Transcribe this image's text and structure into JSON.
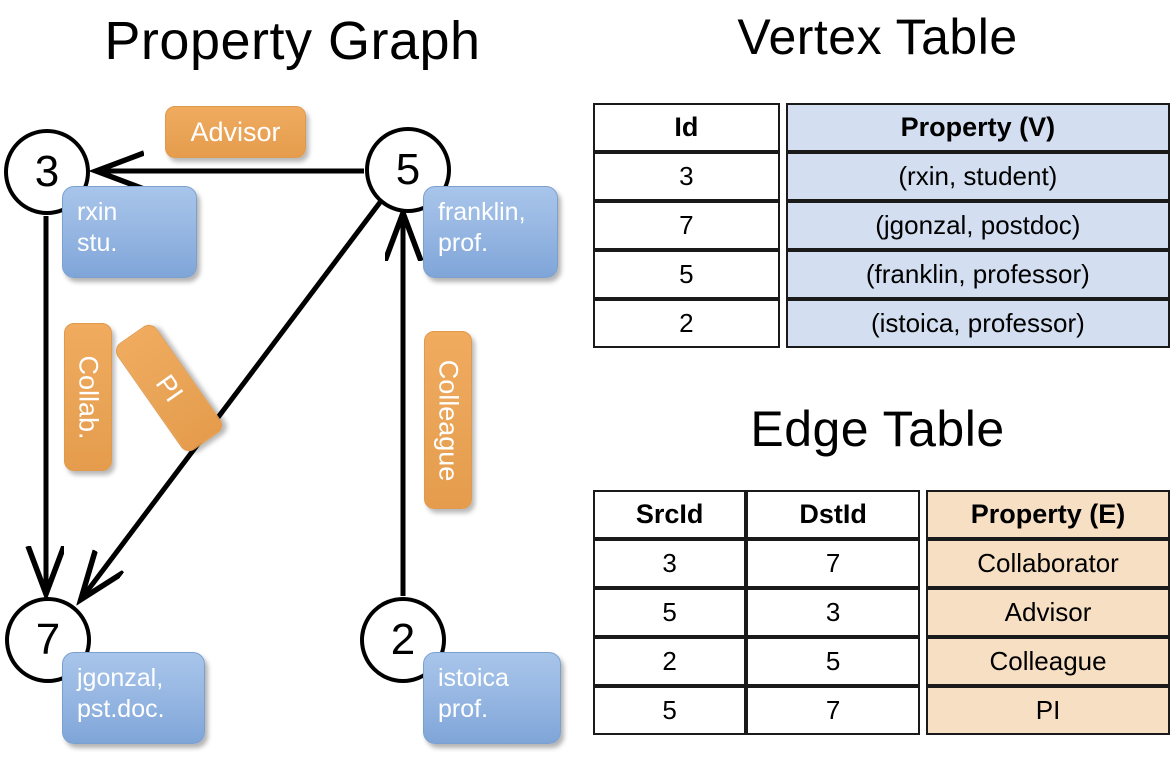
{
  "titles": {
    "graph": "Property Graph",
    "vertex_table": "Vertex Table",
    "edge_table": "Edge Table"
  },
  "graph": {
    "nodes": [
      {
        "id": "3",
        "property": "rxin\nstu."
      },
      {
        "id": "5",
        "property": "franklin,\nprof."
      },
      {
        "id": "7",
        "property": "jgonzal,\npst.doc."
      },
      {
        "id": "2",
        "property": "istoica\nprof."
      }
    ],
    "node_labels": {
      "n3": "3",
      "n5": "5",
      "n7": "7",
      "n2": "2"
    },
    "property_boxes": {
      "rxin_line1": "rxin",
      "rxin_line2": "stu.",
      "franklin_line1": "franklin,",
      "franklin_line2": "prof.",
      "jgonzal_line1": "jgonzal,",
      "jgonzal_line2": "pst.doc.",
      "istoica_line1": "istoica",
      "istoica_line2": "prof."
    },
    "edge_labels": {
      "advisor": "Advisor",
      "collab": "Collab.",
      "pi": "PI",
      "colleague": "Colleague"
    },
    "edges": [
      {
        "src": "5",
        "dst": "3",
        "label": "Advisor"
      },
      {
        "src": "3",
        "dst": "7",
        "label": "Collab."
      },
      {
        "src": "5",
        "dst": "7",
        "label": "PI"
      },
      {
        "src": "2",
        "dst": "5",
        "label": "Colleague"
      }
    ],
    "colors": {
      "vertex_property_fill": "#98b8e3",
      "edge_property_fill": "#eaa558",
      "node_stroke": "#000000",
      "label_text": "#ffffff"
    }
  },
  "vertex_table": {
    "headers": [
      "Id",
      "Property (V)"
    ],
    "rows": [
      [
        "3",
        "(rxin, student)"
      ],
      [
        "7",
        "(jgonzal, postdoc)"
      ],
      [
        "5",
        "(franklin, professor)"
      ],
      [
        "2",
        "(istoica, professor)"
      ]
    ],
    "shade_color": "#d3dff1"
  },
  "edge_table": {
    "headers": [
      "SrcId",
      "DstId",
      "Property (E)"
    ],
    "rows": [
      [
        "3",
        "7",
        "Collaborator"
      ],
      [
        "5",
        "3",
        "Advisor"
      ],
      [
        "2",
        "5",
        "Colleague"
      ],
      [
        "5",
        "7",
        "PI"
      ]
    ],
    "shade_color": "#f7dfc4"
  }
}
